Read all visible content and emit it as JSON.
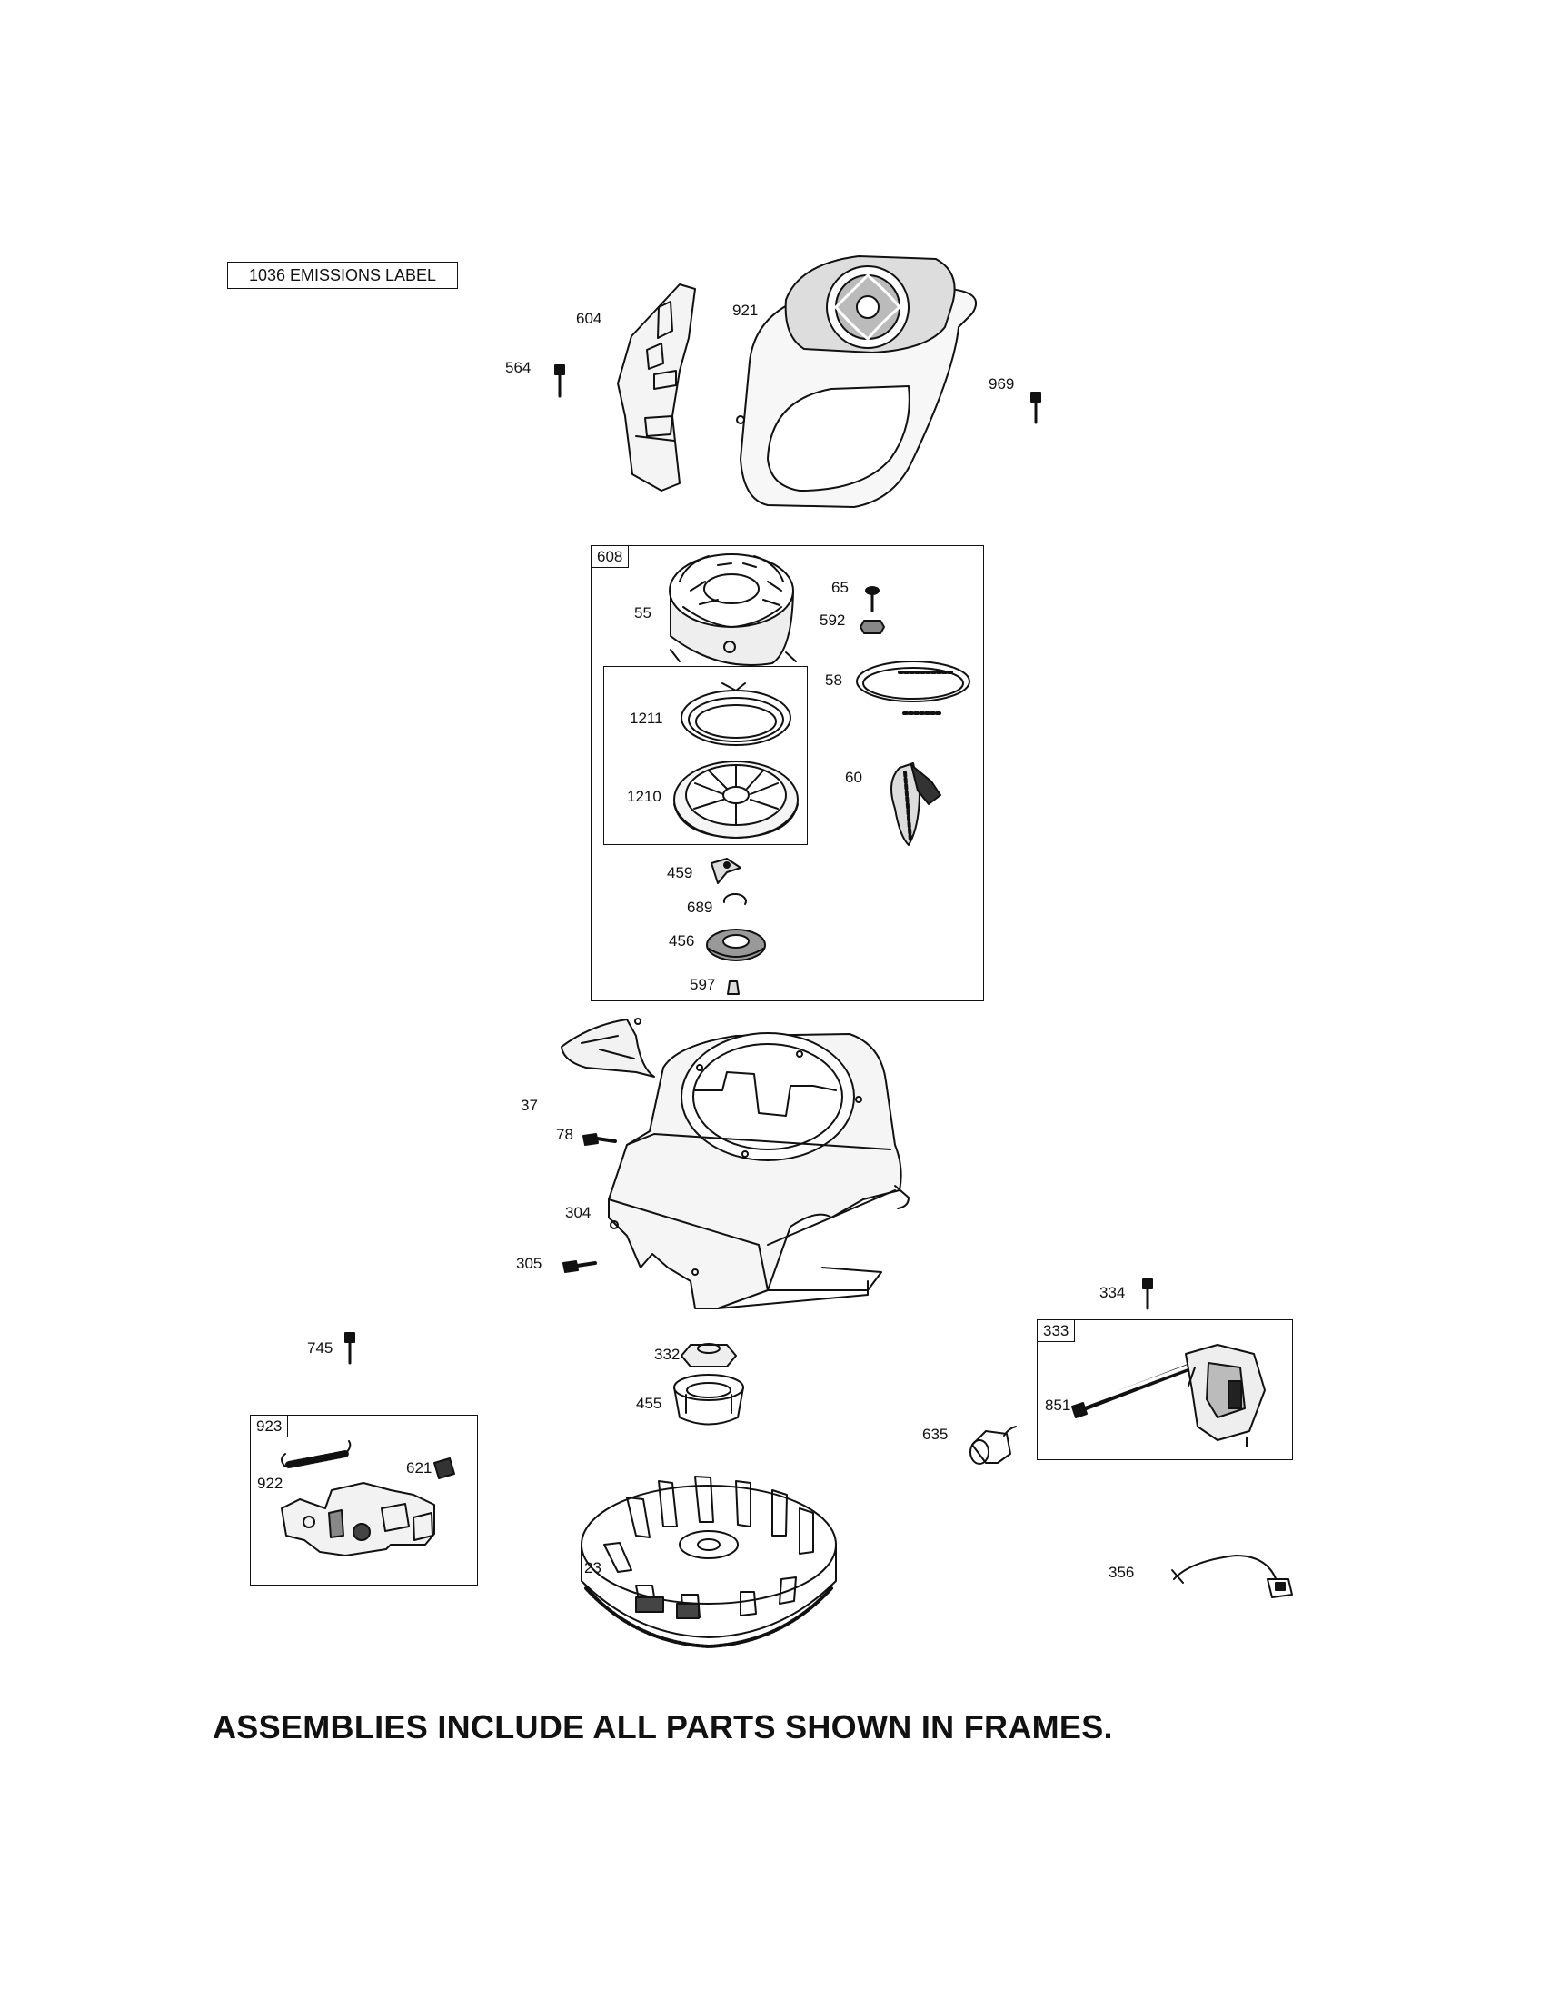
{
  "emissions_label": "1036 EMISSIONS LABEL",
  "frames": {
    "f608": "608",
    "f923": "923",
    "f333": "333"
  },
  "parts": {
    "p604": "604",
    "p921": "921",
    "p564": "564",
    "p969": "969",
    "p65": "65",
    "p55": "55",
    "p592": "592",
    "p58": "58",
    "p1211": "1211",
    "p1210": "1210",
    "p60": "60",
    "p459": "459",
    "p689": "689",
    "p456": "456",
    "p597": "597",
    "p37": "37",
    "p78": "78",
    "p304": "304",
    "p305": "305",
    "p334": "334",
    "p745": "745",
    "p332": "332",
    "p455": "455",
    "p851": "851",
    "p635": "635",
    "p922": "922",
    "p621": "621",
    "p23": "23",
    "p356": "356"
  },
  "footer_note": "ASSEMBLIES INCLUDE ALL PARTS SHOWN IN FRAMES."
}
